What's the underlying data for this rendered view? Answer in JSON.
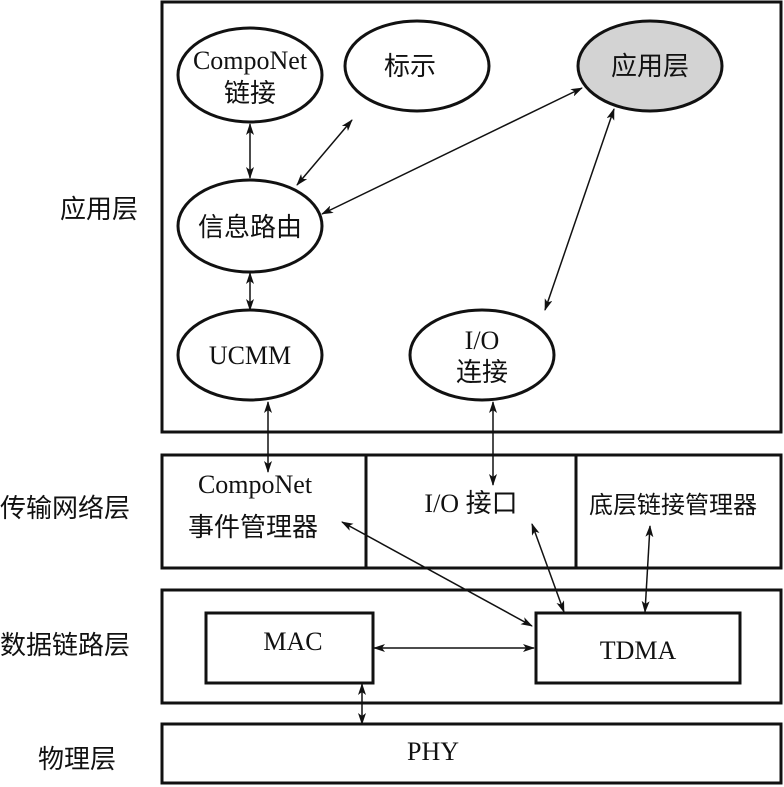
{
  "layers": {
    "application": "应用层",
    "transport_network": "传输网络层",
    "data_link": "数据链路层",
    "physical": "物理层"
  },
  "application_nodes": {
    "componet_link": [
      "CompoNet",
      "链接"
    ],
    "identity": "标示",
    "application": "应用层",
    "message_router": "信息路由",
    "ucmm": "UCMM",
    "io_connection": [
      "I/O",
      "连接"
    ]
  },
  "transport_cells": {
    "event_manager": [
      "CompoNet",
      "事件管理器"
    ],
    "io_interface": "I/O 接口",
    "low_level_link_manager": "底层链接管理器"
  },
  "data_link_boxes": {
    "mac": "MAC",
    "tdma": "TDMA"
  },
  "physical_box": "PHY",
  "colors": {
    "stroke": "#111111",
    "highlight_fill": "#d3d3d3",
    "background": "#ffffff"
  },
  "connections": [
    {
      "from": "CompoNet链接",
      "to": "信息路由",
      "type": "bidirectional"
    },
    {
      "from": "标示",
      "to": "信息路由",
      "type": "bidirectional"
    },
    {
      "from": "应用层",
      "to": "信息路由",
      "type": "bidirectional"
    },
    {
      "from": "应用层",
      "to": "I/O连接",
      "type": "bidirectional"
    },
    {
      "from": "信息路由",
      "to": "UCMM",
      "type": "bidirectional"
    },
    {
      "from": "UCMM",
      "to": "CompoNet事件管理器",
      "type": "bidirectional"
    },
    {
      "from": "I/O连接",
      "to": "I/O 接口",
      "type": "bidirectional"
    },
    {
      "from": "CompoNet事件管理器",
      "to": "TDMA",
      "type": "bidirectional"
    },
    {
      "from": "I/O 接口",
      "to": "TDMA",
      "type": "bidirectional"
    },
    {
      "from": "底层链接管理器",
      "to": "TDMA",
      "type": "bidirectional"
    },
    {
      "from": "MAC",
      "to": "TDMA",
      "type": "bidirectional"
    },
    {
      "from": "MAC",
      "to": "PHY",
      "type": "bidirectional"
    }
  ]
}
